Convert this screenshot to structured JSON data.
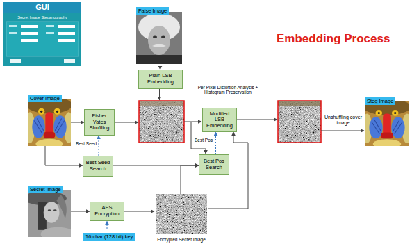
{
  "diagram": {
    "title": "Embedding Process",
    "nodes": [
      {
        "text": [
          "GUI"
        ]
      },
      {
        "text": [
          "False Image"
        ]
      },
      {
        "text": [
          "Plain LSB Embedding"
        ]
      },
      {
        "text": [
          "Cover Image"
        ]
      },
      {
        "text": [
          "Fisher Yates Shuffling"
        ]
      },
      {
        "text": [
          "Modified LSB Embedding"
        ]
      },
      {
        "text": [
          "Steg Image"
        ]
      },
      {
        "text": [
          "Best Seed Search"
        ]
      },
      {
        "text": [
          "Best Pos Search"
        ]
      },
      {
        "text": [
          "Secret Image"
        ]
      },
      {
        "text": [
          "AES Encryption"
        ]
      },
      {
        "text": [
          "16 char (128 bit) key"
        ]
      },
      {
        "text": [
          "Encrypted Secret Image"
        ]
      }
    ],
    "edges": [
      {
        "from": 1,
        "to": 2,
        "arrow": "to"
      },
      {
        "from": 3,
        "to": 4,
        "arrow": "to"
      },
      {
        "from": 3,
        "to": 7,
        "arrow": "to"
      },
      {
        "from": 7,
        "to": 4,
        "label": "Best Seed",
        "arrow": "to"
      },
      {
        "from": 7,
        "to": 8,
        "arrow": "to"
      },
      {
        "from": 8,
        "to": 5,
        "label": "Best Pos",
        "arrow": "to"
      },
      {
        "from": 9,
        "to": 10,
        "arrow": "to"
      },
      {
        "from": 11,
        "to": 10,
        "arrow": "to"
      },
      {
        "from": 10,
        "to": 12,
        "arrow": "to"
      },
      {
        "from": 12,
        "to": 8,
        "arrow": "to"
      },
      {
        "from": 12,
        "to": 5,
        "arrow": "to"
      }
    ],
    "labels": [
      "Secret Image Steganography",
      "Per Pixel Distortion Analysis + Histogram Preservation",
      "Unshuffling cover image"
    ]
  }
}
